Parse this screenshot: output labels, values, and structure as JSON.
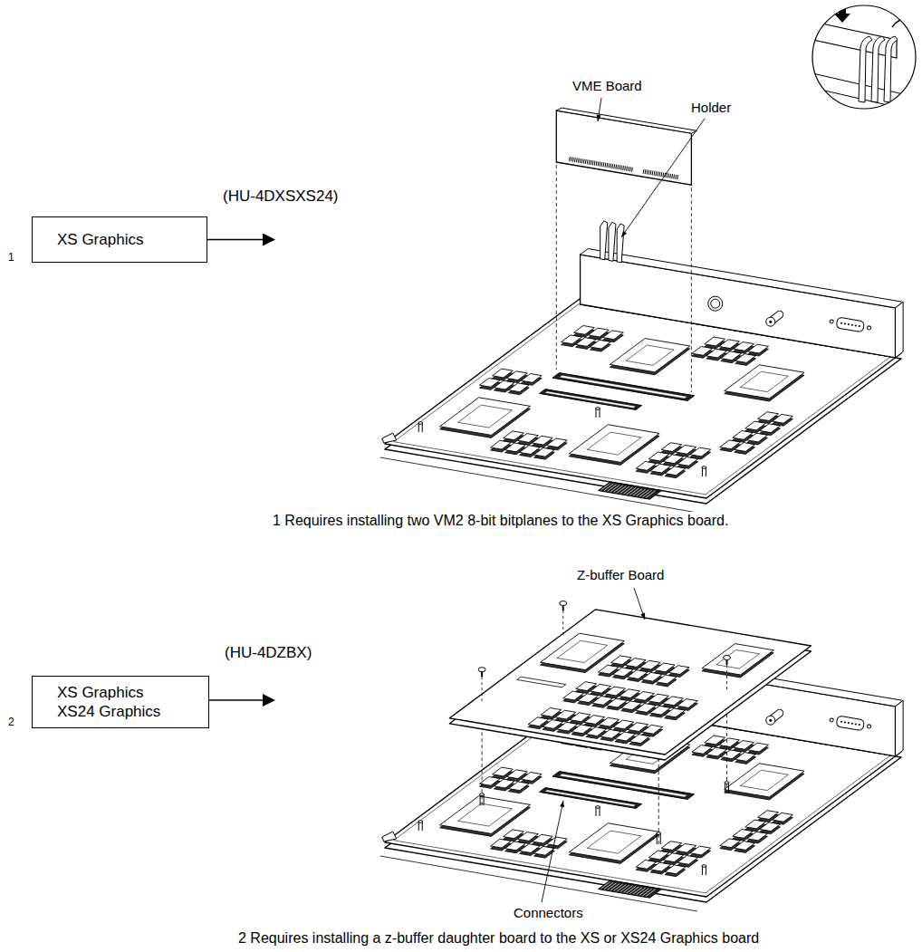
{
  "diagram": {
    "nodes": [
      {
        "text": [
          "XS Graphics"
        ]
      },
      {
        "text": [
          "XS Graphics XS24 Graphics"
        ]
      }
    ],
    "labels": [
      "1",
      "(HU-4DXSXS24)",
      "VME Board",
      "Holder",
      "1 Requires installing two VM2 8-bit bitplanes to the XS Graphics board.",
      "2",
      "(HU-4DZBX)",
      "Z-buffer Board",
      "Connectors",
      "2 Requires installing a z-buffer daughter board to the XS or XS24 Graphics board"
    ]
  }
}
